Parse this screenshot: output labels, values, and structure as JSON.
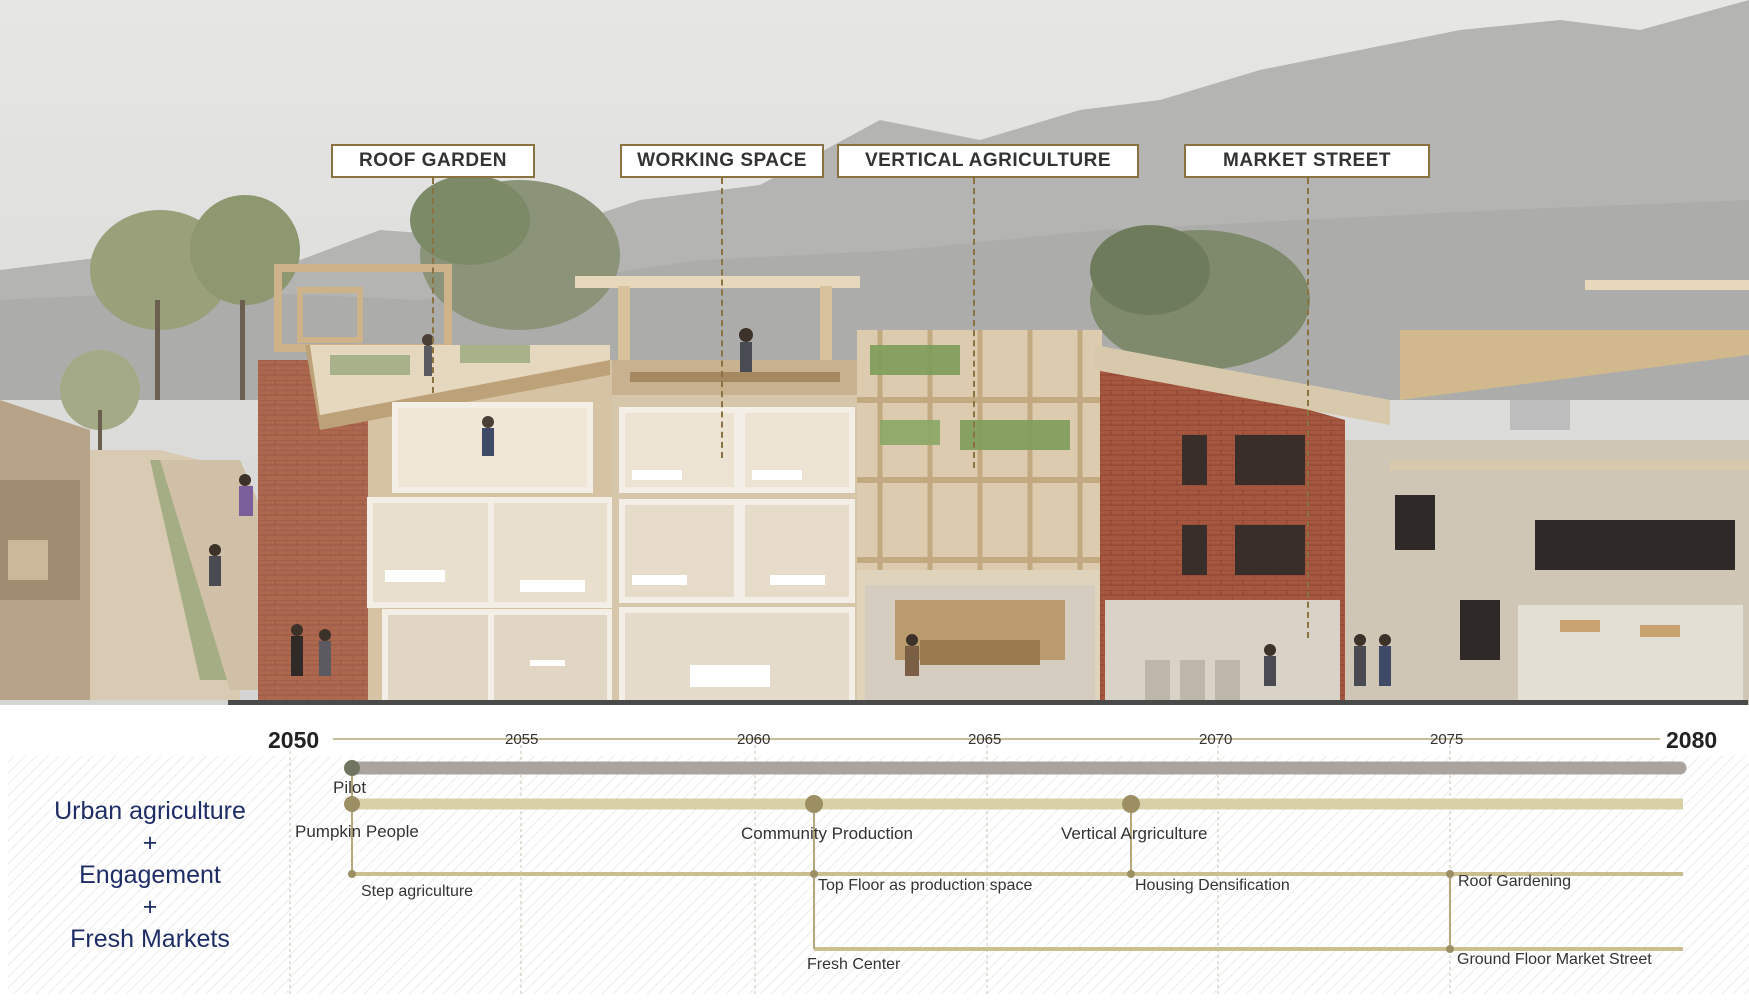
{
  "section_labels": {
    "roof_garden": "ROOF GARDEN",
    "working_space": "WORKING SPACE",
    "vertical_agriculture": "VERTICAL AGRICULTURE",
    "market_street": "MARKET STREET"
  },
  "timeline": {
    "start_year": "2050",
    "end_year": "2080",
    "ticks": [
      "2055",
      "2060",
      "2065",
      "2070",
      "2075"
    ],
    "legend": {
      "line1": "Urban agriculture",
      "plus1": "+",
      "line2": "Engagement",
      "plus2": "+",
      "line3": "Fresh Markets"
    },
    "milestones": {
      "pilot": "Pilot",
      "pumpkin_people": "Pumpkin People",
      "community_production": "Community Production",
      "vertical_agriculture": "Vertical Argriculture",
      "step_agriculture": "Step agriculture",
      "top_floor": "Top Floor as production space",
      "housing_densification": "Housing Densification",
      "roof_gardening": "Roof Gardening",
      "fresh_center": "Fresh Center",
      "ground_floor_market": "Ground Floor Market Street"
    }
  },
  "colors": {
    "label_border": "#8a7340",
    "track_grey": "#a9a59e",
    "track_olive": "#d8d1a8",
    "thin_track": "#cbbf8f",
    "dot": "#9c8f63",
    "legend_text": "#1f2d66",
    "brick": "#a5573f",
    "wood": "#cdb28a"
  }
}
